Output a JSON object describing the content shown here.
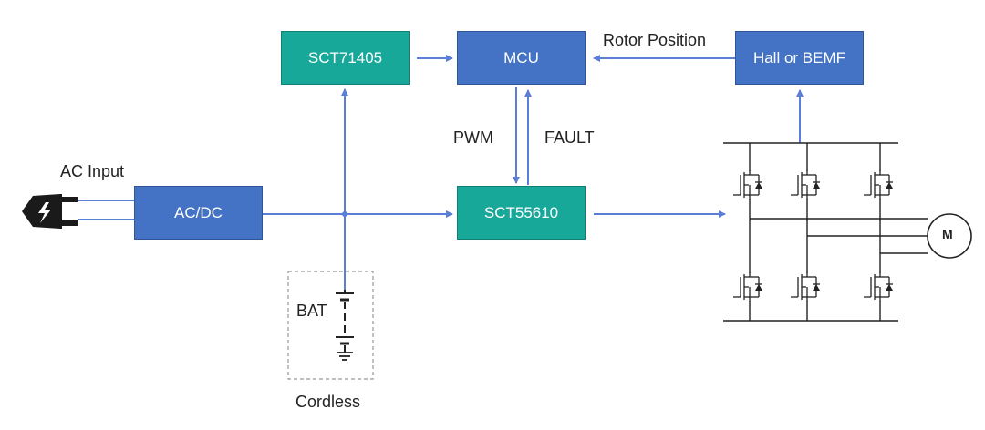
{
  "blocks": {
    "sct71405": "SCT71405",
    "mcu": "MCU",
    "hall_bemf": "Hall or BEMF",
    "acdc": "AC/DC",
    "sct55610": "SCT55610"
  },
  "labels": {
    "rotor_position": "Rotor Position",
    "pwm": "PWM",
    "fault": "FAULT",
    "ac_input": "AC Input",
    "bat": "BAT",
    "cordless": "Cordless",
    "motor": "M"
  },
  "colors": {
    "block_blue": "#4472c4",
    "block_teal": "#17a89a",
    "wire_blue": "#5b7fd6",
    "schematic_black": "#222222"
  },
  "icons": {
    "plug": "ac-plug-icon",
    "battery": "battery-icon",
    "ground": "ground-icon",
    "mosfet": "mosfet-icon"
  }
}
